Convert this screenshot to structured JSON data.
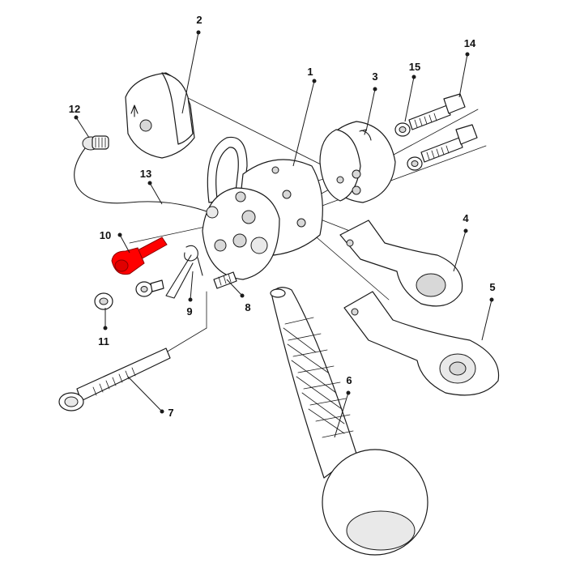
{
  "diagram": {
    "highlight_color": "#ff0000",
    "line_color": "#1a1a1a",
    "background": "#ffffff",
    "callouts": [
      {
        "id": "c1",
        "label": "1"
      },
      {
        "id": "c2",
        "label": "2"
      },
      {
        "id": "c3",
        "label": "3"
      },
      {
        "id": "c4",
        "label": "4"
      },
      {
        "id": "c5",
        "label": "5"
      },
      {
        "id": "c6",
        "label": "6"
      },
      {
        "id": "c7",
        "label": "7"
      },
      {
        "id": "c8",
        "label": "8"
      },
      {
        "id": "c9",
        "label": "9"
      },
      {
        "id": "c10",
        "label": "10"
      },
      {
        "id": "c11",
        "label": "11"
      },
      {
        "id": "c12",
        "label": "12"
      },
      {
        "id": "c13",
        "label": "13"
      },
      {
        "id": "c14",
        "label": "14"
      },
      {
        "id": "c15",
        "label": "15"
      }
    ],
    "highlighted_callout": "10"
  }
}
